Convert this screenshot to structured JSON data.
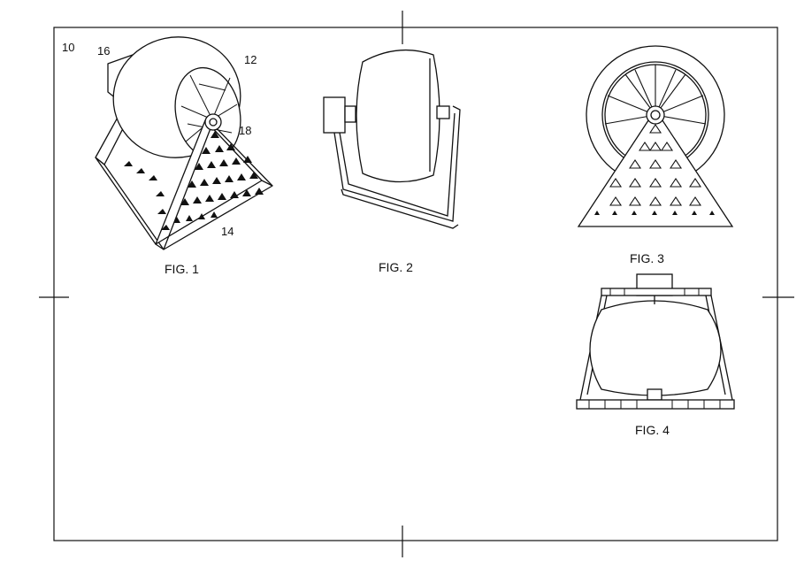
{
  "figures": [
    {
      "caption": "FIG. 1"
    },
    {
      "caption": "FIG. 2"
    },
    {
      "caption": "FIG. 3"
    },
    {
      "caption": "FIG. 4"
    }
  ],
  "reference_numerals": {
    "device": "10",
    "wheel": "12",
    "stand": "14",
    "motor": "16",
    "hub": "18"
  },
  "colors": {
    "ink": "#111111",
    "background": "#ffffff"
  }
}
